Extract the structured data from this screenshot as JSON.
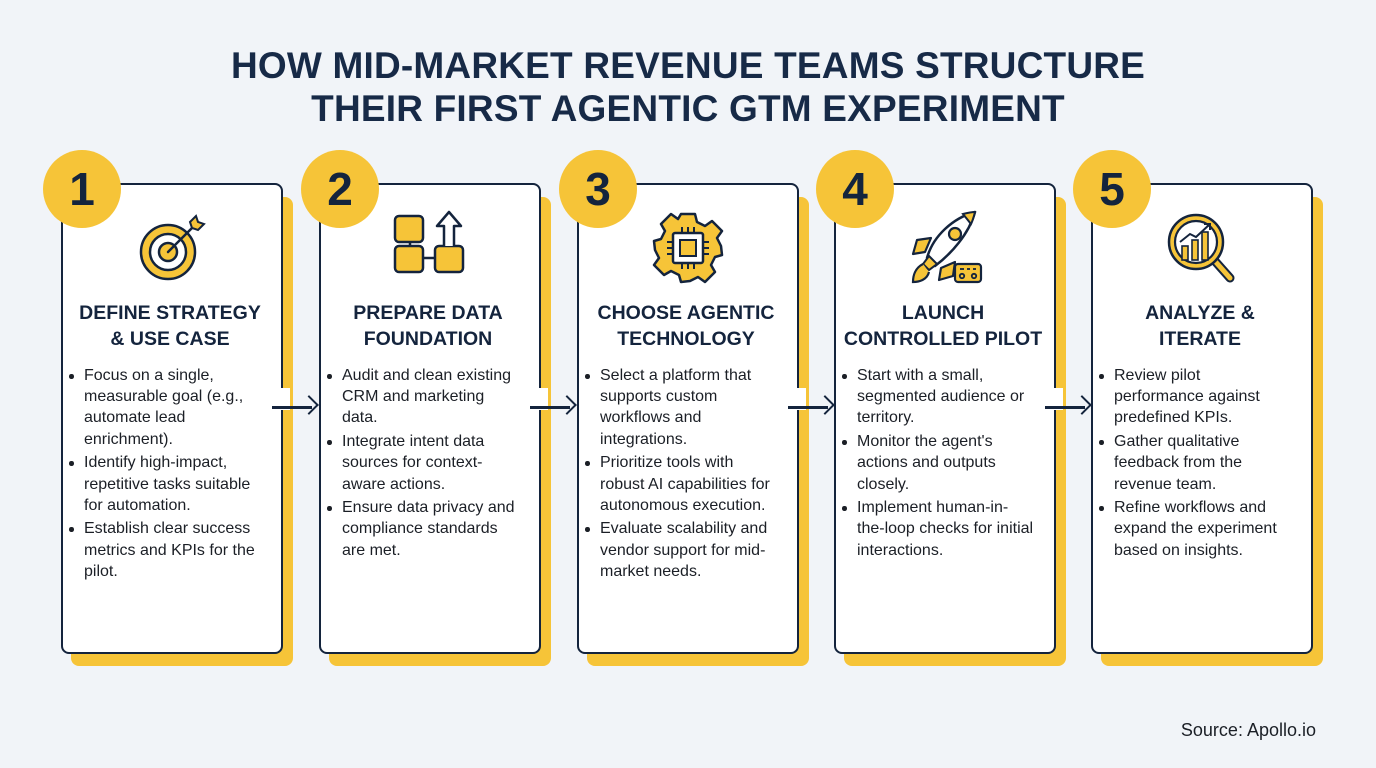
{
  "title": {
    "line1": "HOW MID-MARKET REVENUE TEAMS STRUCTURE",
    "line2": "THEIR FIRST AGENTIC GTM EXPERIMENT"
  },
  "colors": {
    "accent_yellow": "#F6C438",
    "navy": "#14243D",
    "background": "#F1F4F8",
    "card": "#FFFFFF"
  },
  "steps": [
    {
      "number": "1",
      "icon": "target-icon",
      "heading_line1": "DEFINE STRATEGY",
      "heading_line2": "& USE CASE",
      "bullets": [
        "Focus on a single, measurable goal (e.g., automate lead enrichment).",
        "Identify high-impact, repetitive tasks suitable for automation.",
        "Establish clear success metrics and KPIs for the pilot."
      ]
    },
    {
      "number": "2",
      "icon": "data-flow-icon",
      "heading_line1": "PREPARE DATA",
      "heading_line2": "FOUNDATION",
      "bullets": [
        "Audit and clean existing CRM and marketing data.",
        "Integrate intent data sources for context-aware actions.",
        "Ensure data privacy and compliance standards are met."
      ]
    },
    {
      "number": "3",
      "icon": "gear-chip-icon",
      "heading_line1": "CHOOSE AGENTIC",
      "heading_line2": "TECHNOLOGY",
      "bullets": [
        "Select a platform that supports custom workflows and integrations.",
        "Prioritize tools with robust AI capabilities for autonomous execution.",
        "Evaluate scalability and vendor support for mid-market needs."
      ]
    },
    {
      "number": "4",
      "icon": "rocket-icon",
      "heading_line1": "LAUNCH",
      "heading_line2": "CONTROLLED PILOT",
      "bullets": [
        "Start with a small, segmented audience or territory.",
        "Monitor the agent's actions and outputs closely.",
        "Implement human-in-the-loop checks for initial interactions."
      ]
    },
    {
      "number": "5",
      "icon": "magnifier-chart-icon",
      "heading_line1": "ANALYZE &",
      "heading_line2": "ITERATE",
      "bullets": [
        "Review pilot performance against predefined KPIs.",
        "Gather qualitative feedback from the revenue team.",
        "Refine workflows and expand the experiment based on insights."
      ]
    }
  ],
  "source": "Source: Apollo.io"
}
